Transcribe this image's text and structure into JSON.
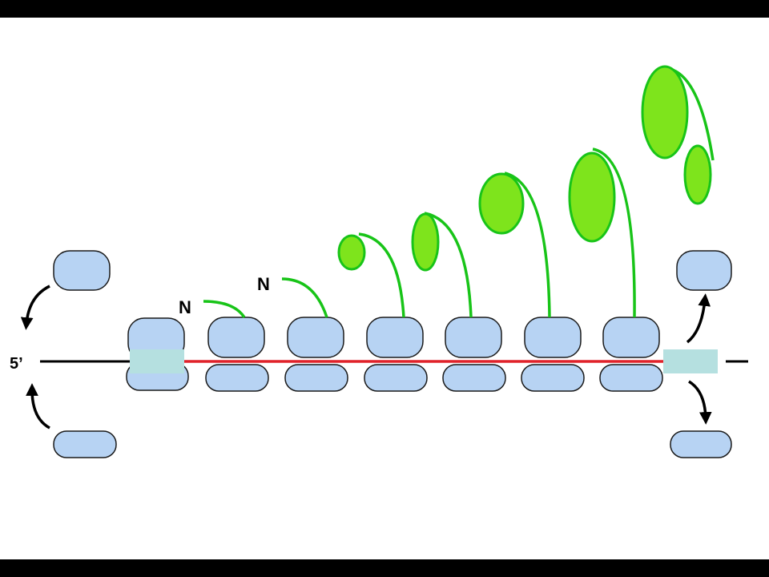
{
  "labels": {
    "five_prime": "5’",
    "n_terminus_1": "N",
    "n_terminus_2": "N"
  },
  "colors": {
    "ribosome_fill": "#b7d3f3",
    "ribosome_stroke": "#1a1a1a",
    "mrna_coding": "#e0222a",
    "mrna_untranslated": "#000000",
    "polypeptide": "#18c418",
    "polypeptide_fill": "#7ee41c",
    "codon_box": "#b5e0e0",
    "frame_bars": "#000000",
    "background": "#ffffff"
  }
}
